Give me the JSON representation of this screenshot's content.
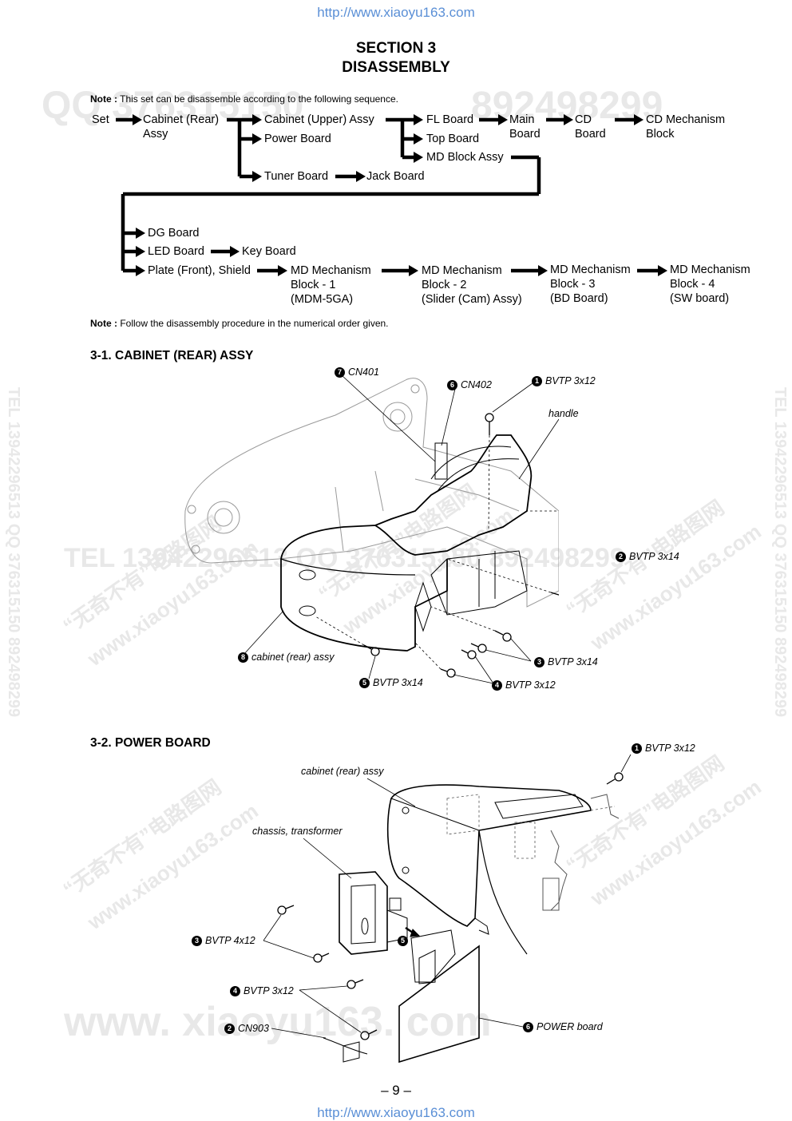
{
  "header": {
    "url": "http://www.xiaoyu163.com",
    "section": "SECTION 3",
    "title": "DISASSEMBLY"
  },
  "note1": {
    "label": "Note :",
    "text": "This set can be disassemble according to the following sequence."
  },
  "flow": {
    "set": "Set",
    "cabinet_rear": [
      "Cabinet (Rear)",
      "Assy"
    ],
    "cabinet_upper": "Cabinet (Upper) Assy",
    "power_board": "Power Board",
    "tuner_board": "Tuner Board",
    "jack_board": "Jack Board",
    "fl_board": "FL Board",
    "top_board": "Top Board",
    "md_block": "MD Block Assy",
    "main_board": [
      "Main",
      "Board"
    ],
    "cd_board": [
      "CD",
      "Board"
    ],
    "cd_mech": [
      "CD Mechanism",
      "Block"
    ],
    "dg_board": "DG Board",
    "led_board": "LED Board",
    "key_board": "Key Board",
    "plate_front": "Plate (Front), Shield",
    "md1": [
      "MD Mechanism",
      "Block - 1",
      "(MDM-5GA)"
    ],
    "md2": [
      "MD Mechanism",
      "Block - 2",
      "(Slider (Cam) Assy)"
    ],
    "md3": [
      "MD Mechanism",
      "Block - 3",
      "(BD Board)"
    ],
    "md4": [
      "MD Mechanism",
      "Block - 4",
      "(SW board)"
    ]
  },
  "note2": {
    "label": "Note :",
    "text": "Follow the disassembly procedure in the numerical order given."
  },
  "section1": {
    "title": "3-1. CABINET (REAR) ASSY",
    "labels": {
      "l7": {
        "num": "7",
        "text": "CN401"
      },
      "l6": {
        "num": "6",
        "text": "CN402"
      },
      "l1": {
        "num": "1",
        "text": "BVTP 3x12"
      },
      "handle": "handle",
      "l2": {
        "num": "2",
        "text": "BVTP 3x14"
      },
      "l3": {
        "num": "3",
        "text": "BVTP 3x14"
      },
      "l8": {
        "num": "8",
        "text": "cabinet (rear) assy"
      },
      "l5": {
        "num": "5",
        "text": "BVTP 3x14"
      },
      "l4": {
        "num": "4",
        "text": "BVTP 3x12"
      }
    }
  },
  "section2": {
    "title": "3-2. POWER BOARD",
    "labels": {
      "l1": {
        "num": "1",
        "text": "BVTP 3x12"
      },
      "cabinet": "cabinet (rear) assy",
      "chassis": "chassis, transformer",
      "l3": {
        "num": "3",
        "text": "BVTP 4x12"
      },
      "l5": {
        "num": "5"
      },
      "l4": {
        "num": "4",
        "text": "BVTP 3x12"
      },
      "l2": {
        "num": "2",
        "text": "CN903"
      },
      "l6": {
        "num": "6",
        "text": "POWER board"
      }
    }
  },
  "footer": {
    "page": "– 9 –",
    "url": "http://www.xiaoyu163.com"
  },
  "watermarks": {
    "qq": "QQ 376315150",
    "qq_num": "892498299",
    "tel_row": "TEL 13942296513   QQ 376315150   892498299",
    "cn": "“无奇不有”电路图网",
    "www": "www.xiaoyu163.com",
    "side": "TEL 13942296513  QQ 376315150  892498299",
    "big": "www. xiaoyu163. com"
  }
}
